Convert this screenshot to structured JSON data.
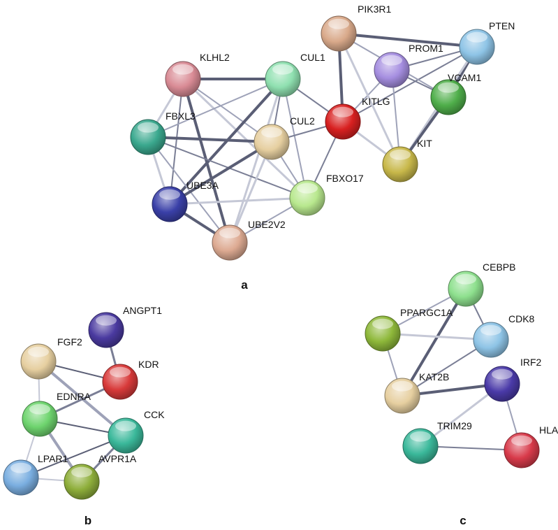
{
  "panels": [
    {
      "label": "a",
      "nodes": [
        {
          "id": "PIK3R1",
          "label": "PIK3R1",
          "color": "#d9a98a"
        },
        {
          "id": "PTEN",
          "label": "PTEN",
          "color": "#8ec4e6"
        },
        {
          "id": "PROM1",
          "label": "PROM1",
          "color": "#a58ee0"
        },
        {
          "id": "VCAM1",
          "label": "VCAM1",
          "color": "#4fae4a"
        },
        {
          "id": "KLHL2",
          "label": "KLHL2",
          "color": "#d98b95"
        },
        {
          "id": "CUL1",
          "label": "CUL1",
          "color": "#8fe0b0"
        },
        {
          "id": "KITLG",
          "label": "KITLG",
          "color": "#d82020"
        },
        {
          "id": "FBXL3",
          "label": "FBXL3",
          "color": "#3aa88e"
        },
        {
          "id": "CUL2",
          "label": "CUL2",
          "color": "#e6cfa0"
        },
        {
          "id": "KIT",
          "label": "KIT",
          "color": "#c8b84a"
        },
        {
          "id": "FBXO17",
          "label": "FBXO17",
          "color": "#b8e88e"
        },
        {
          "id": "UBE3A",
          "label": "UBE3A",
          "color": "#3a40a8"
        },
        {
          "id": "UBE2V2",
          "label": "UBE2V2",
          "color": "#ddaa92"
        }
      ],
      "edges": [
        [
          "KLHL2",
          "CUL1"
        ],
        [
          "KLHL2",
          "FBXL3"
        ],
        [
          "KLHL2",
          "CUL2"
        ],
        [
          "KLHL2",
          "UBE3A"
        ],
        [
          "KLHL2",
          "UBE2V2"
        ],
        [
          "KLHL2",
          "FBXO17"
        ],
        [
          "CUL1",
          "FBXL3"
        ],
        [
          "CUL1",
          "CUL2"
        ],
        [
          "CUL1",
          "UBE3A"
        ],
        [
          "CUL1",
          "UBE2V2"
        ],
        [
          "CUL1",
          "FBXO17"
        ],
        [
          "CUL1",
          "KITLG"
        ],
        [
          "FBXL3",
          "CUL2"
        ],
        [
          "FBXL3",
          "UBE3A"
        ],
        [
          "FBXL3",
          "UBE2V2"
        ],
        [
          "FBXL3",
          "FBXO17"
        ],
        [
          "CUL2",
          "UBE3A"
        ],
        [
          "CUL2",
          "UBE2V2"
        ],
        [
          "CUL2",
          "FBXO17"
        ],
        [
          "CUL2",
          "KITLG"
        ],
        [
          "UBE3A",
          "UBE2V2"
        ],
        [
          "UBE3A",
          "FBXO17"
        ],
        [
          "UBE2V2",
          "FBXO17"
        ],
        [
          "KITLG",
          "FBXO17"
        ],
        [
          "KITLG",
          "PIK3R1"
        ],
        [
          "KITLG",
          "KIT"
        ],
        [
          "KITLG",
          "PROM1"
        ],
        [
          "KITLG",
          "PTEN"
        ],
        [
          "PIK3R1",
          "PTEN"
        ],
        [
          "PIK3R1",
          "KIT"
        ],
        [
          "PIK3R1",
          "VCAM1"
        ],
        [
          "PTEN",
          "PROM1"
        ],
        [
          "PTEN",
          "VCAM1"
        ],
        [
          "PTEN",
          "KIT"
        ],
        [
          "PROM1",
          "KIT"
        ],
        [
          "PROM1",
          "VCAM1"
        ],
        [
          "VCAM1",
          "KIT"
        ]
      ]
    },
    {
      "label": "b",
      "nodes": [
        {
          "id": "ANGPT1",
          "label": "ANGPT1",
          "color": "#4a3aa0"
        },
        {
          "id": "FGF2",
          "label": "FGF2",
          "color": "#e6cfa0"
        },
        {
          "id": "KDR",
          "label": "KDR",
          "color": "#d83a3a"
        },
        {
          "id": "EDNRA",
          "label": "EDNRA",
          "color": "#6ed46e"
        },
        {
          "id": "CCK",
          "label": "CCK",
          "color": "#3ab89a"
        },
        {
          "id": "LPAR1",
          "label": "LPAR1",
          "color": "#7aaee0"
        },
        {
          "id": "AVPR1A",
          "label": "AVPR1A",
          "color": "#8eae3a"
        }
      ],
      "edges": [
        [
          "ANGPT1",
          "KDR"
        ],
        [
          "FGF2",
          "KDR"
        ],
        [
          "FGF2",
          "EDNRA"
        ],
        [
          "FGF2",
          "CCK"
        ],
        [
          "KDR",
          "EDNRA"
        ],
        [
          "EDNRA",
          "CCK"
        ],
        [
          "EDNRA",
          "LPAR1"
        ],
        [
          "EDNRA",
          "AVPR1A"
        ],
        [
          "CCK",
          "AVPR1A"
        ],
        [
          "CCK",
          "LPAR1"
        ],
        [
          "LPAR1",
          "AVPR1A"
        ]
      ]
    },
    {
      "label": "c",
      "nodes": [
        {
          "id": "CEBPB",
          "label": "CEBPB",
          "color": "#8ee08e"
        },
        {
          "id": "PPARGC1A",
          "label": "PPARGC1A",
          "color": "#8eb83a"
        },
        {
          "id": "CDK8",
          "label": "CDK8",
          "color": "#8ec4e6"
        },
        {
          "id": "KAT2B",
          "label": "KAT2B",
          "color": "#e6cfa0"
        },
        {
          "id": "IRF2",
          "label": "IRF2",
          "color": "#4a3aa8"
        },
        {
          "id": "TRIM29",
          "label": "TRIM29",
          "color": "#3ab89a"
        },
        {
          "id": "HLA-F",
          "label": "HLA-F",
          "color": "#d83a4a"
        }
      ],
      "edges": [
        [
          "CEBPB",
          "PPARGC1A"
        ],
        [
          "CEBPB",
          "CDK8"
        ],
        [
          "CEBPB",
          "KAT2B"
        ],
        [
          "PPARGC1A",
          "CDK8"
        ],
        [
          "PPARGC1A",
          "KAT2B"
        ],
        [
          "CDK8",
          "KAT2B"
        ],
        [
          "KAT2B",
          "IRF2"
        ],
        [
          "IRF2",
          "TRIM29"
        ],
        [
          "IRF2",
          "HLA-F"
        ],
        [
          "TRIM29",
          "HLA-F"
        ]
      ]
    }
  ]
}
